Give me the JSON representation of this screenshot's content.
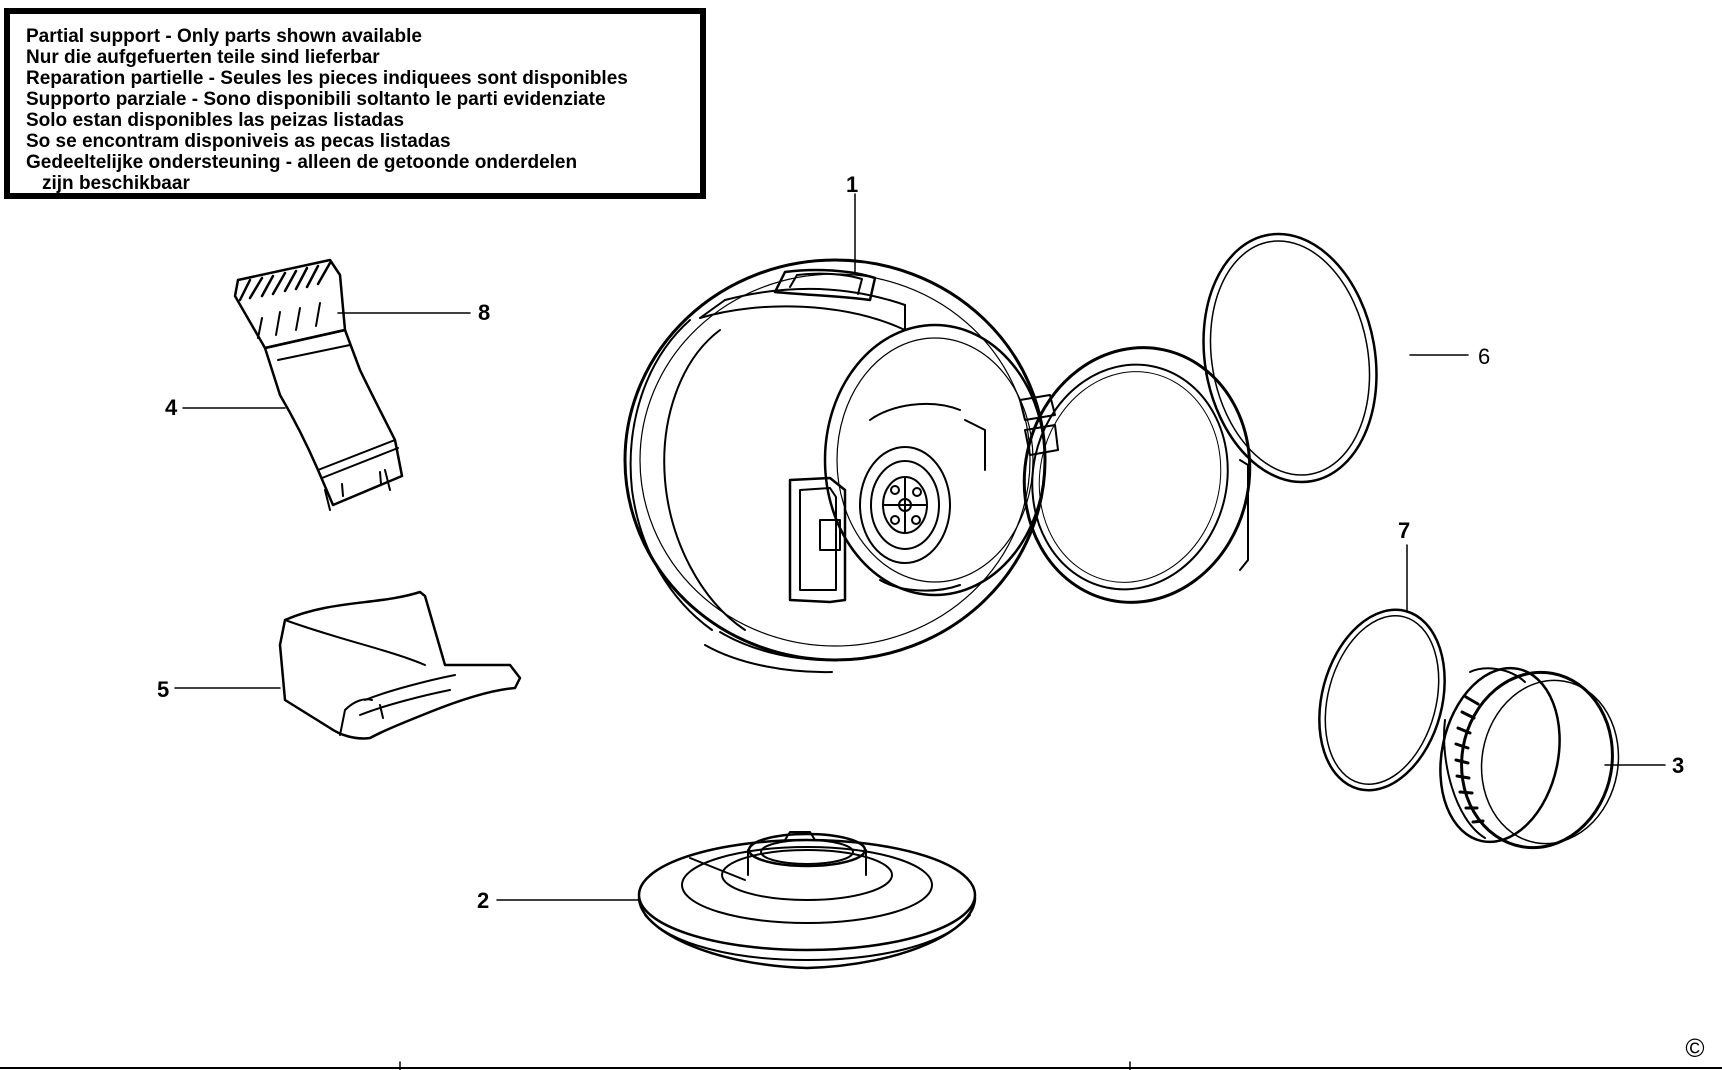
{
  "notice": {
    "lines": [
      "Partial support - Only parts shown available",
      "Nur die aufgefuerten teile sind lieferbar",
      "Reparation partielle - Seules les pieces indiquees sont disponibles",
      "Supporto parziale - Sono disponibili soltanto le parti evidenziate",
      "Solo estan disponibles las peizas listadas",
      "So se encontram disponiveis as pecas listadas",
      "Gedeeltelijke ondersteuning - alleen de getoonde onderdelen",
      "zijn beschikbaar"
    ]
  },
  "parts": {
    "p1": "1",
    "p2": "2",
    "p3": "3",
    "p4": "4",
    "p5": "5",
    "p6": "6",
    "p7": "7",
    "p8": "8"
  },
  "copyright_symbol": "©"
}
